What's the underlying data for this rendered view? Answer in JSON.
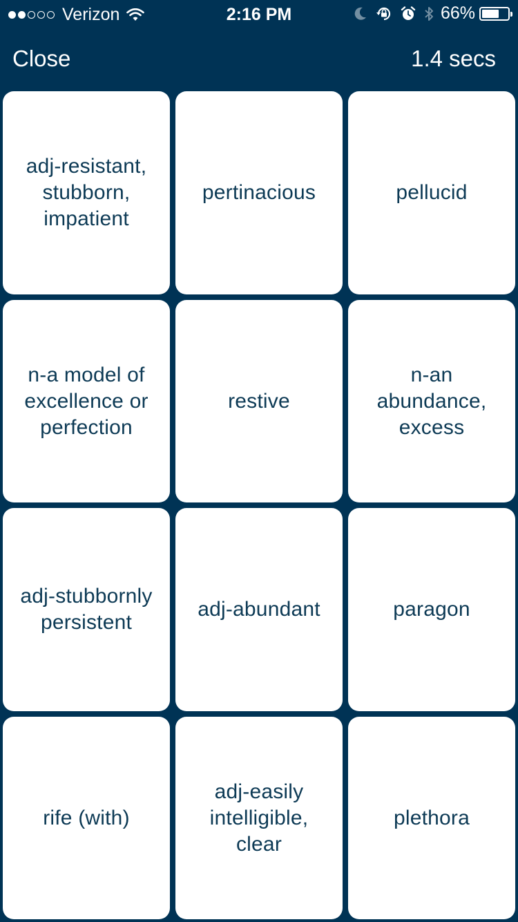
{
  "status_bar": {
    "carrier": "Verizon",
    "time": "2:16 PM",
    "battery_percent": "66%",
    "battery_level": 0.66,
    "signal_bars_filled": 2,
    "signal_bars_total": 5,
    "icons": [
      "wifi-icon",
      "moon-icon",
      "rotation-lock-icon",
      "alarm-icon",
      "bluetooth-icon",
      "battery-icon"
    ]
  },
  "nav": {
    "close_label": "Close",
    "timer_text": "1.4 secs"
  },
  "tiles": [
    {
      "text": "adj-resistant, stubborn, impatient"
    },
    {
      "text": "pertinacious"
    },
    {
      "text": "pellucid"
    },
    {
      "text": "n-a model of excellence or perfection"
    },
    {
      "text": "restive"
    },
    {
      "text": "n-an abundance, excess"
    },
    {
      "text": "adj-stubbornly persistent"
    },
    {
      "text": "adj-abundant"
    },
    {
      "text": "paragon"
    },
    {
      "text": "rife (with)"
    },
    {
      "text": "adj-easily intelligible, clear"
    },
    {
      "text": "plethora"
    }
  ],
  "colors": {
    "background": "#003355",
    "tile": "#ffffff",
    "tile_text": "#0d3a55"
  }
}
